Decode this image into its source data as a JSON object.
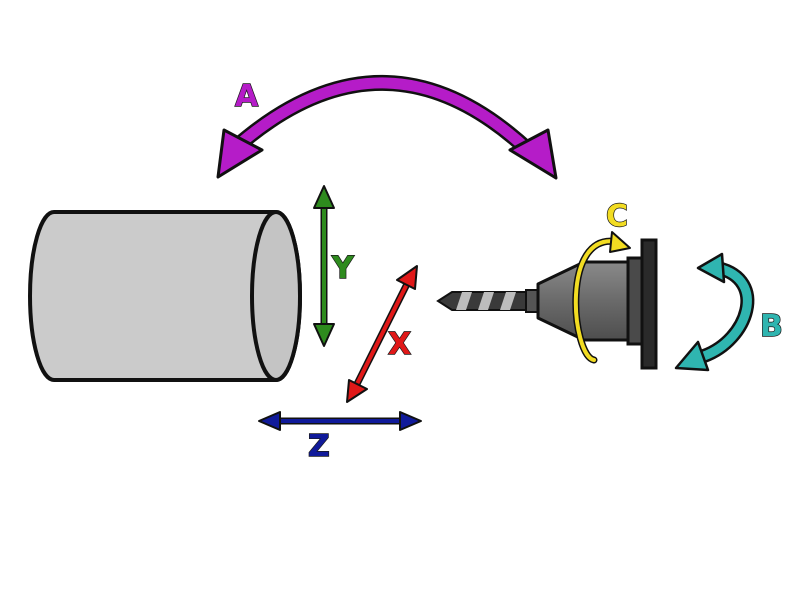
{
  "labels": {
    "a": "A",
    "b": "B",
    "c": "C",
    "x": "X",
    "y": "Y",
    "z": "Z"
  },
  "colors": {
    "a": "#b51cc8",
    "b": "#2fb5b0",
    "c": "#f2dc22",
    "x": "#e01818",
    "y": "#2e8b1e",
    "z": "#101a9a",
    "workpiece": "#cacaca",
    "tool_body": "#6e6e6e",
    "plate": "#2a2a2a",
    "outline": "#111111"
  }
}
